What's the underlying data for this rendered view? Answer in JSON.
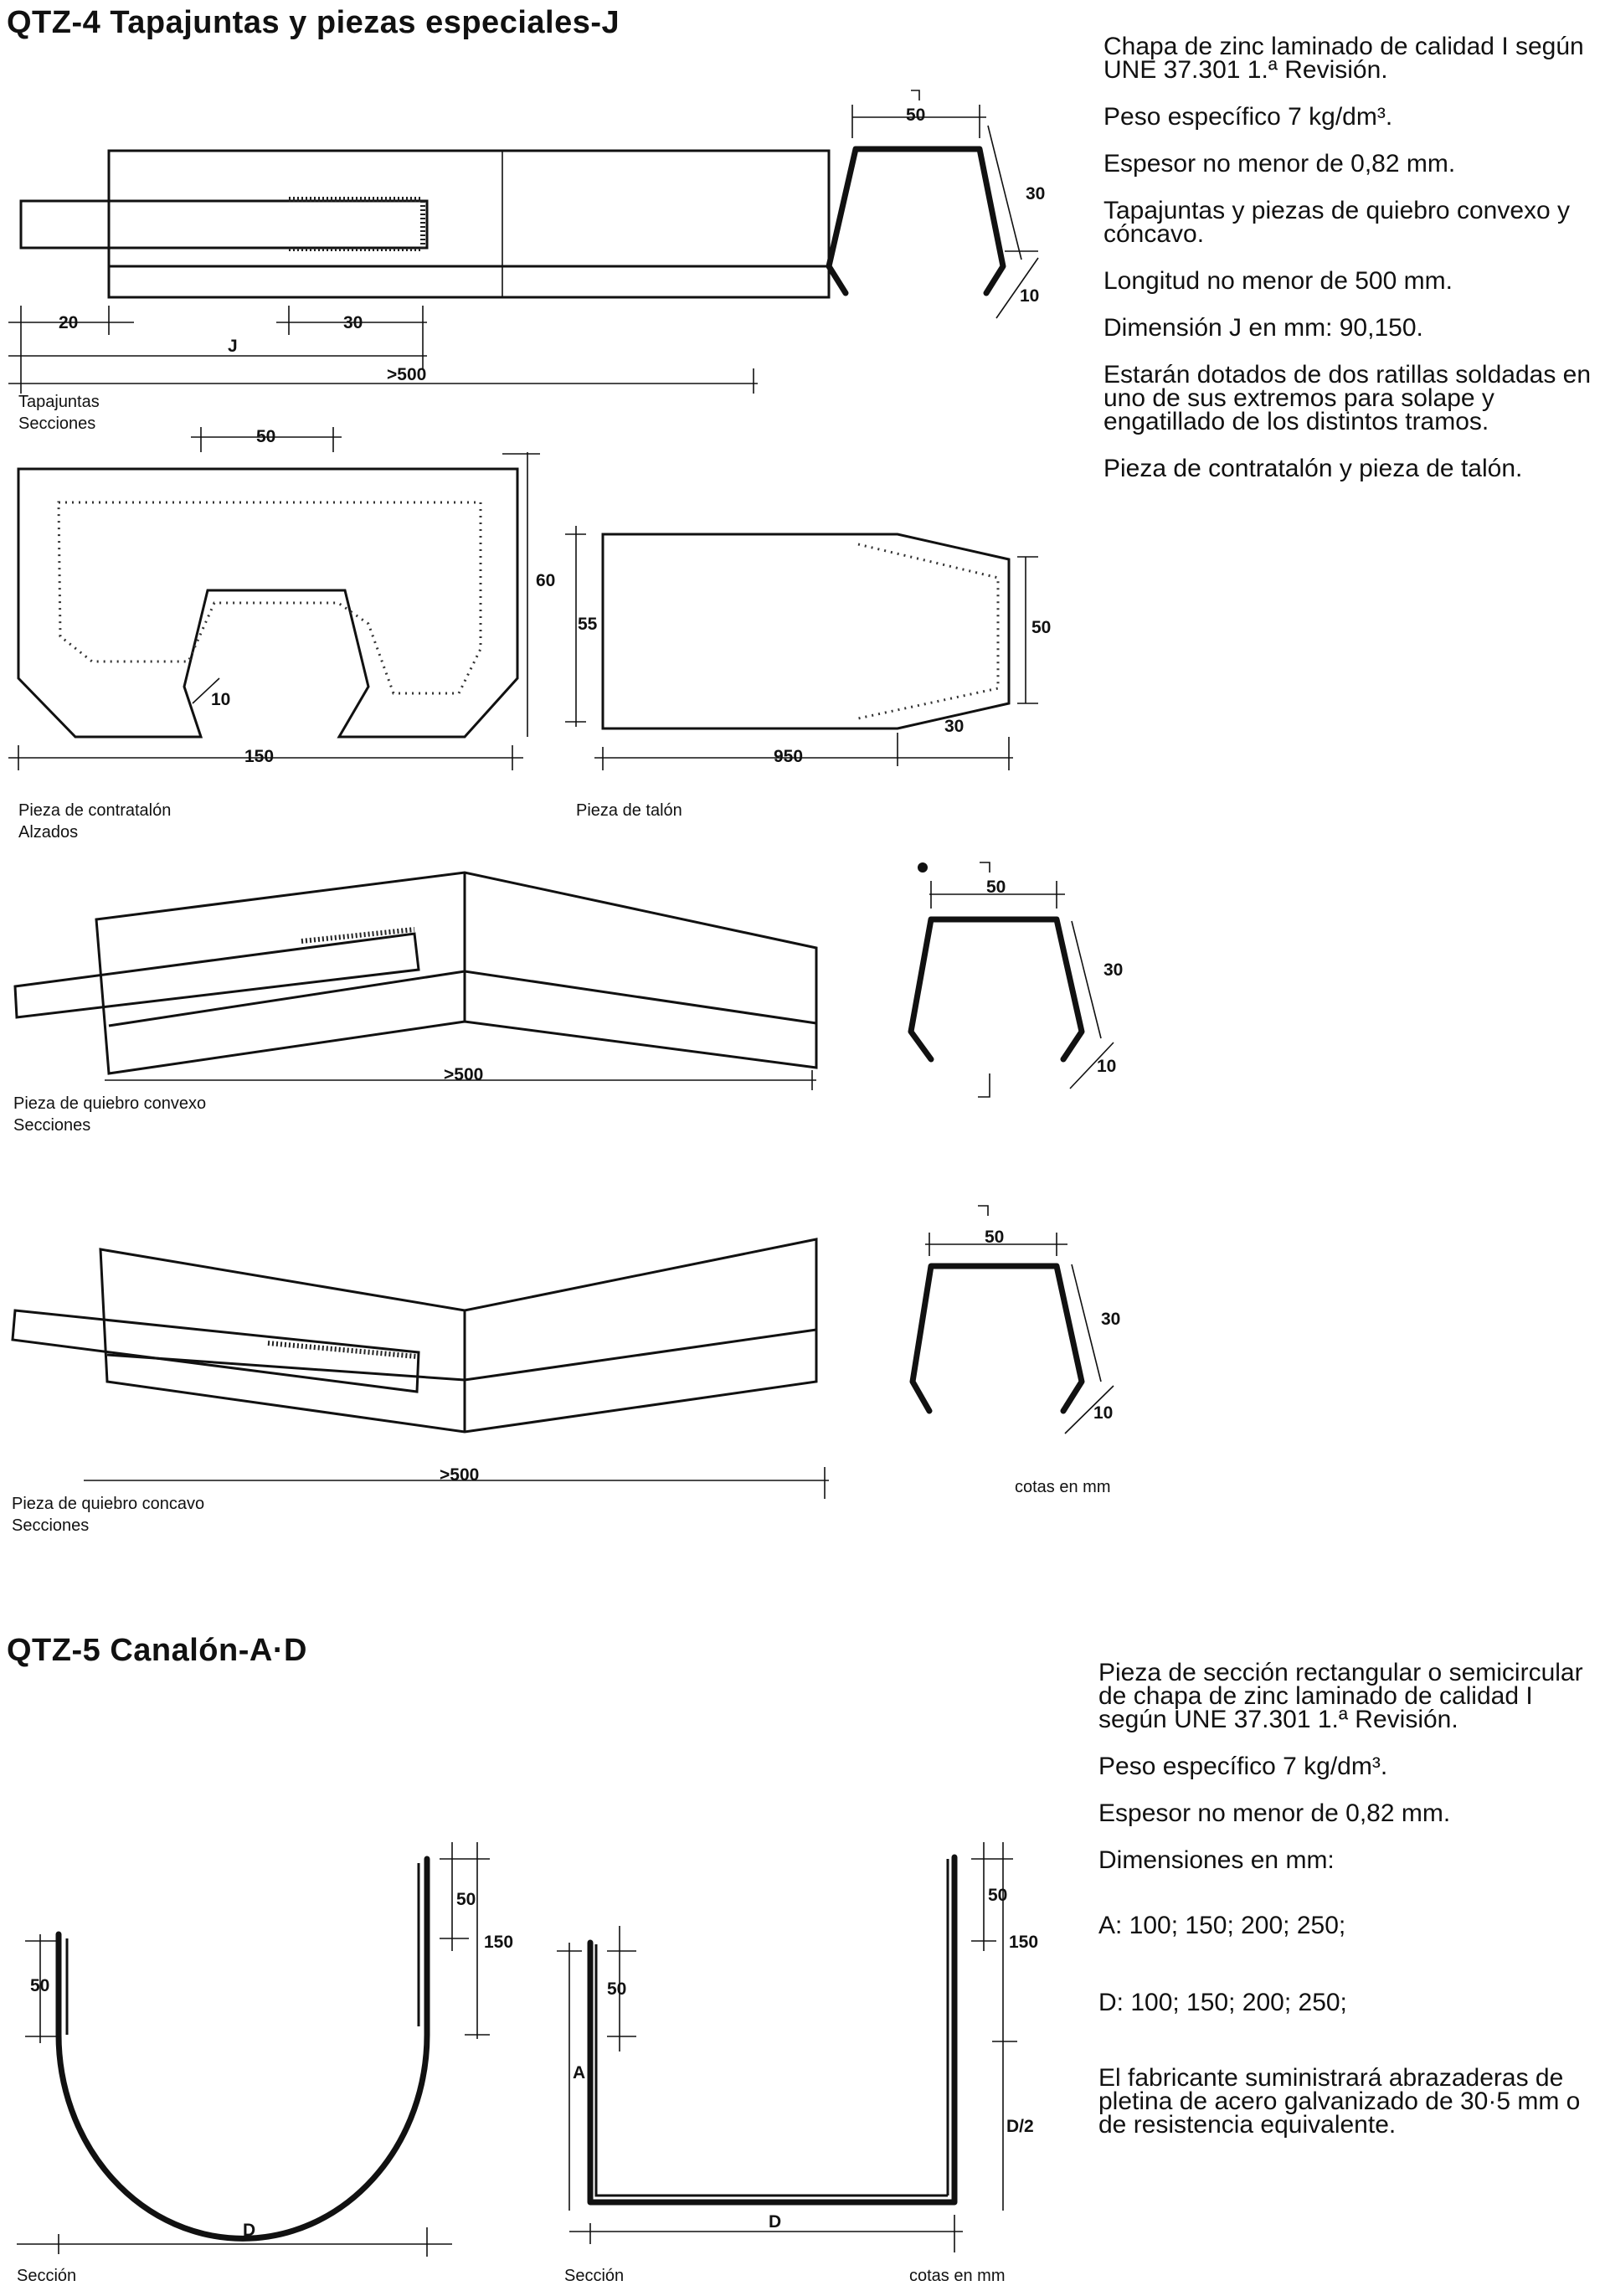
{
  "qtz4": {
    "title": "QTZ-4 Tapajuntas y piezas especiales-J",
    "spec": [
      "Chapa de zinc laminado de calidad I según UNE 37.301 1.ª Revisión.",
      "Peso específico 7 kg/dm³.",
      "Espesor no menor de 0,82 mm.",
      "Tapajuntas y piezas de quiebro convexo y cóncavo.",
      "Longitud no menor de 500 mm.",
      "Dimensión J en mm: 90,150.",
      "Estarán dotados de dos ratillas soldadas en uno de sus extremos para solape y engatillado de los distintos tramos.",
      "Pieza de contratalón y pieza de talón."
    ],
    "captions": {
      "tapajuntas": "Tapajuntas",
      "secciones1": "Secciones",
      "contratalon": "Pieza de contratalón",
      "alzados": "Alzados",
      "talon": "Pieza de talón",
      "convexo": "Pieza de quiebro convexo",
      "secciones2": "Secciones",
      "concavo": "Pieza de quiebro concavo",
      "secciones3": "Secciones",
      "cotas": "cotas en mm"
    },
    "dims": {
      "d20": "20",
      "d30a": "30",
      "dJ": "J",
      "d500a": ">500",
      "s50a": "50",
      "s30a": "30",
      "s10a": "10",
      "c50": "50",
      "c60": "60",
      "c55": "55",
      "c10": "10",
      "c150": "150",
      "t50": "50",
      "t30": "30",
      "t950": "950",
      "v500": ">500",
      "s50b": "50",
      "s30b": "30",
      "s10b": "10",
      "k500": ">500",
      "s50c": "50",
      "s30c": "30",
      "s10c": "10"
    }
  },
  "qtz5": {
    "title": "QTZ-5 Canalón-A·D",
    "spec": [
      "Pieza de sección rectangular o semicircular de chapa de zinc laminado de calidad I según UNE 37.301 1.ª Revisión.",
      "Peso específico 7 kg/dm³.",
      "Espesor no menor de 0,82 mm.",
      "Dimensiones en mm:",
      "A: 100; 150; 200; 250;",
      "D: 100; 150; 200; 250;",
      "El fabricante suministrará abrazaderas de pletina de acero galvanizado de 30·5 mm o de resistencia equivalente."
    ],
    "captions": {
      "seccion1": "Sección",
      "seccion2": "Sección",
      "cotas": "cotas en mm"
    },
    "dims": {
      "u50a": "50",
      "u150": "150",
      "u50b": "50",
      "uD": "D",
      "r50a": "50",
      "r150": "150",
      "r50b": "50",
      "rA": "A",
      "rD2": "D/2",
      "rD": "D"
    }
  }
}
